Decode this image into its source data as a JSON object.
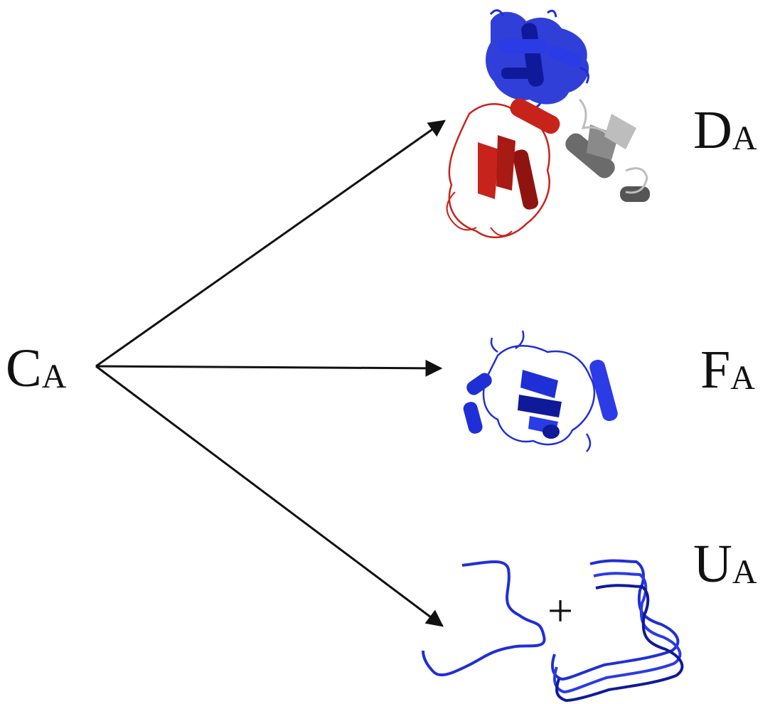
{
  "labels": {
    "c": {
      "main": "C",
      "sub": "A"
    },
    "d": {
      "main": "D",
      "sub": "A"
    },
    "f": {
      "main": "F",
      "sub": "A"
    },
    "u": {
      "main": "U",
      "sub": "A"
    }
  },
  "plus_sign": "+",
  "colors": {
    "arrow": "#111111",
    "blue": "#1f2fd6",
    "blue_dark": "#0f1a9a",
    "red": "#c8231b",
    "red_dark": "#8f1410",
    "grey": "#6b6b6b",
    "grey_light": "#bdbdbd"
  },
  "structures": {
    "d_a": [
      "blue-domain",
      "red-domain",
      "grey-domain"
    ],
    "f_a": [
      "blue-folded-protein"
    ],
    "u_a": [
      "blue-unfolded-chain",
      "blue-unfolded-chain"
    ]
  }
}
